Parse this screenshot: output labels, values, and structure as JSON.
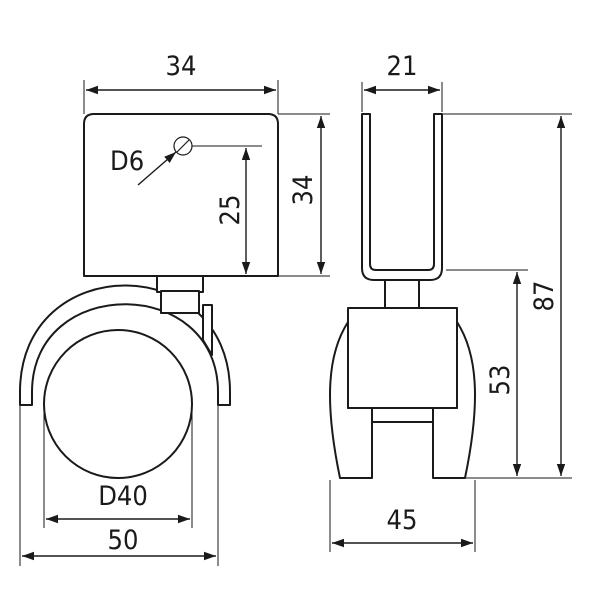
{
  "dimensions": {
    "front_width": "34",
    "front_height": "34",
    "pin_length": "25",
    "pin_diameter": "D6",
    "wheel_diameter": "D40",
    "wheel_width": "50",
    "side_bracket_width": "21",
    "side_total_height": "87",
    "side_base_height": "53",
    "side_base_width": "45"
  },
  "colors": {
    "line": "#1a1a1a",
    "background": "#ffffff"
  }
}
